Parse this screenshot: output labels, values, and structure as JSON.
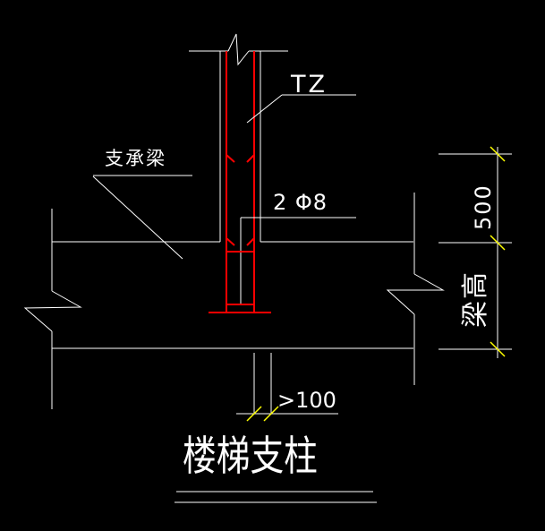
{
  "drawing": {
    "title": "楼梯支柱",
    "labels": {
      "column": "TZ",
      "support_beam": "支承梁",
      "rebar": "2 Φ8"
    },
    "dimensions": {
      "upper_height": "500",
      "beam_height": "梁高",
      "hook_extension": ">100"
    },
    "colors": {
      "background": "#000000",
      "line": "#ffffff",
      "rebar": "#ff0000",
      "tick": "#ffff00"
    }
  }
}
